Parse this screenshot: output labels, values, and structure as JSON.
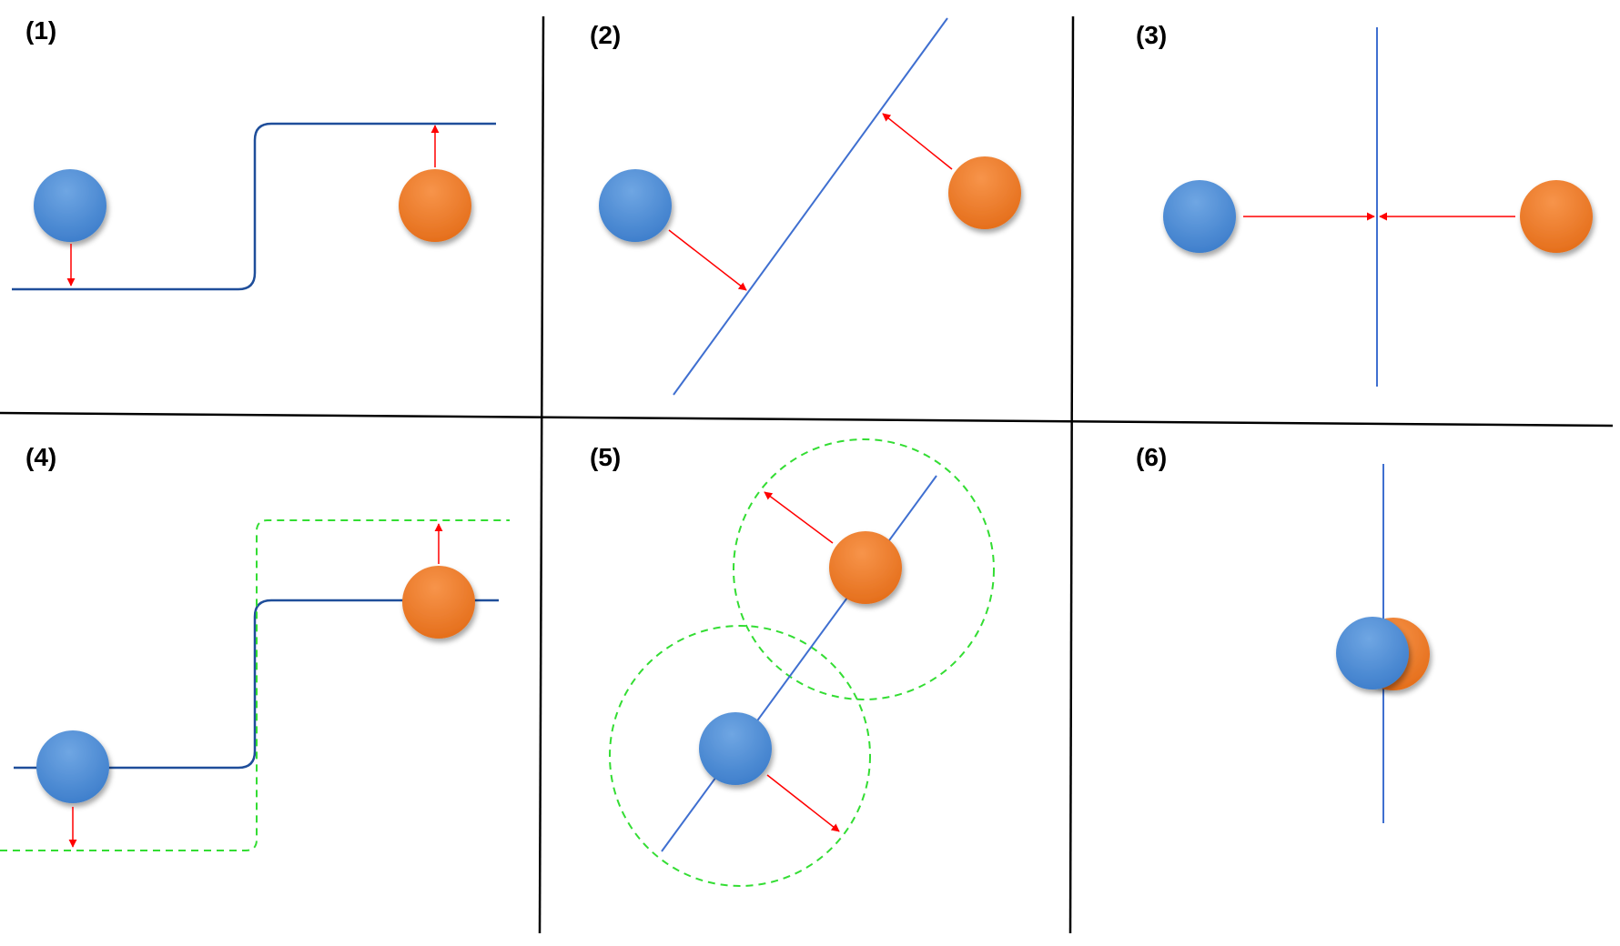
{
  "panels": [
    {
      "label": "(1)"
    },
    {
      "label": "(2)"
    },
    {
      "label": "(3)"
    },
    {
      "label": "(4)"
    },
    {
      "label": "(5)"
    },
    {
      "label": "(6)"
    }
  ],
  "colors": {
    "background": "#ffffff",
    "grid_line": "#000000",
    "boundary_line": "#1f4e9a",
    "boundary_line_light": "#3f6fd0",
    "arrow": "#ff0000",
    "margin_dashed": "#33dd33",
    "blue_ball": "#4a8bd6",
    "orange_ball": "#ee7722"
  }
}
